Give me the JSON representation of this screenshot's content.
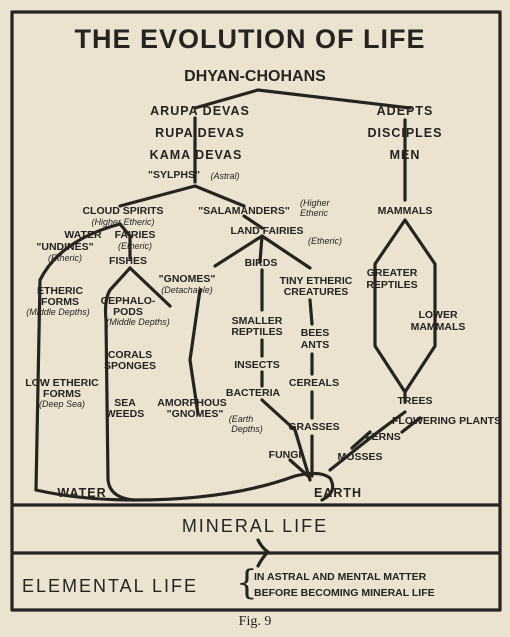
{
  "title": "THE EVOLUTION OF LIFE",
  "root": "DHYAN-CHOHANS",
  "left": {
    "arupa": "ARUPA DEVAS",
    "rupa": "RUPA DEVAS",
    "kama": "KAMA DEVAS",
    "sylphs": "\"SYLPHS\"",
    "sylphs_note": "(Astral)"
  },
  "right": {
    "adepts": "ADEPTS",
    "disciples": "DISCIPLES",
    "men": "MEN",
    "mammals": "MAMMALS",
    "greater_reptiles_1": "GREATER",
    "greater_reptiles_2": "REPTILES",
    "lower_mammals_1": "LOWER",
    "lower_mammals_2": "MAMMALS",
    "trees": "TREES",
    "flowering": "FLOWERING PLANTS",
    "ferns": "FERNS",
    "mosses": "MOSSES"
  },
  "water_branch": {
    "cloud": "CLOUD SPIRITS",
    "cloud_note": "(Higher Etheric)",
    "water_fairies_1": "WATER",
    "water_fairies_2": "FAIRIES",
    "water_fairies_note": "(Etheric)",
    "undines": "\"UNDINES\"",
    "undines_note": "(Etheric)",
    "fishes": "FISHES",
    "etheric_forms_1": "ETHERIC",
    "etheric_forms_2": "FORMS",
    "etheric_forms_note": "(Middle Depths)",
    "cephalopods_1": "CEPHALO-",
    "cephalopods_2": "PODS",
    "cephalopods_note": "(Middle Depths)",
    "corals": "CORALS",
    "sponges": "SPONGES",
    "low_etheric_1": "LOW ETHERIC",
    "low_etheric_2": "FORMS",
    "low_etheric_note": "(Deep Sea)",
    "sea_weeds_1": "SEA",
    "sea_weeds_2": "WEEDS"
  },
  "fire_branch": {
    "salamanders": "\"SALAMANDERS\"",
    "salamanders_note_1": "(Higher",
    "salamanders_note_2": "Etheric",
    "land_fairies": "LAND FAIRIES",
    "land_fairies_note": "(Etheric)",
    "gnomes": "\"GNOMES\"",
    "gnomes_note": "(Detachable)",
    "birds": "BIRDS",
    "smaller_reptiles_1": "SMALLER",
    "smaller_reptiles_2": "REPTILES",
    "insects": "INSECTS",
    "bacteria": "BACTERIA",
    "amorphous_1": "AMORPHOUS",
    "amorphous_2": "\"GNOMES\"",
    "amorphous_note_1": "(Earth",
    "amorphous_note_2": "Depths)",
    "fungi": "FUNGI",
    "tiny_1": "TINY ETHERIC",
    "tiny_2": "CREATURES",
    "bees": "BEES",
    "ants": "ANTS",
    "cereals": "CEREALS",
    "grasses": "GRASSES"
  },
  "water": "WATER",
  "earth": "EARTH",
  "mineral": "MINERAL LIFE",
  "elemental": "ELEMENTAL LIFE",
  "elemental_note_1": "IN ASTRAL AND MENTAL MATTER",
  "elemental_note_2": "BEFORE BECOMING MINERAL LIFE",
  "figure": "Fig. 9"
}
